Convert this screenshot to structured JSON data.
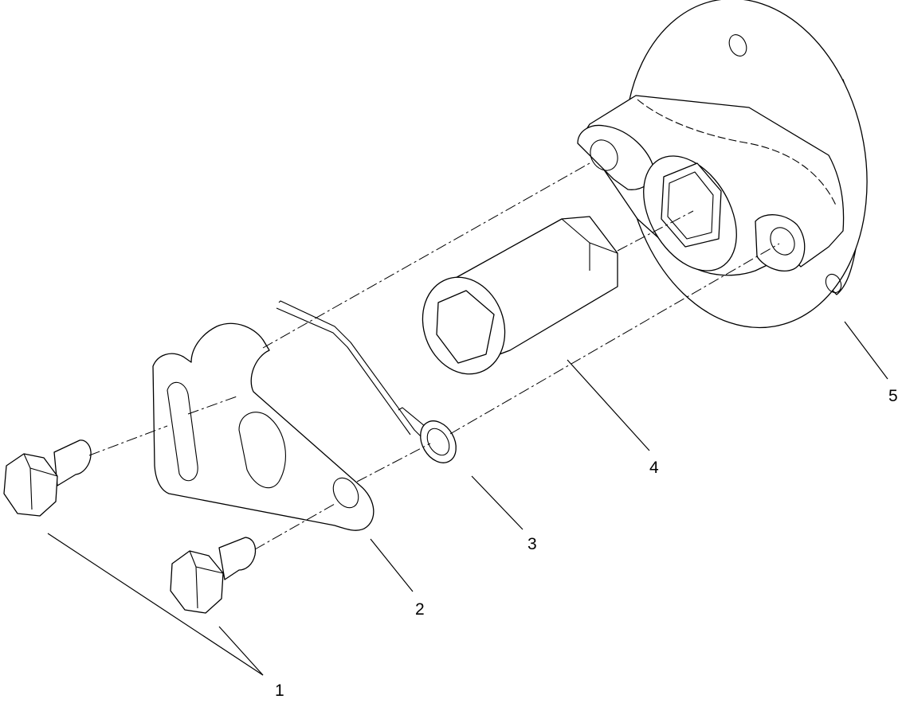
{
  "callouts": {
    "bolts": "1",
    "plate": "2",
    "washer": "3",
    "coupler": "4",
    "housing": "5"
  }
}
